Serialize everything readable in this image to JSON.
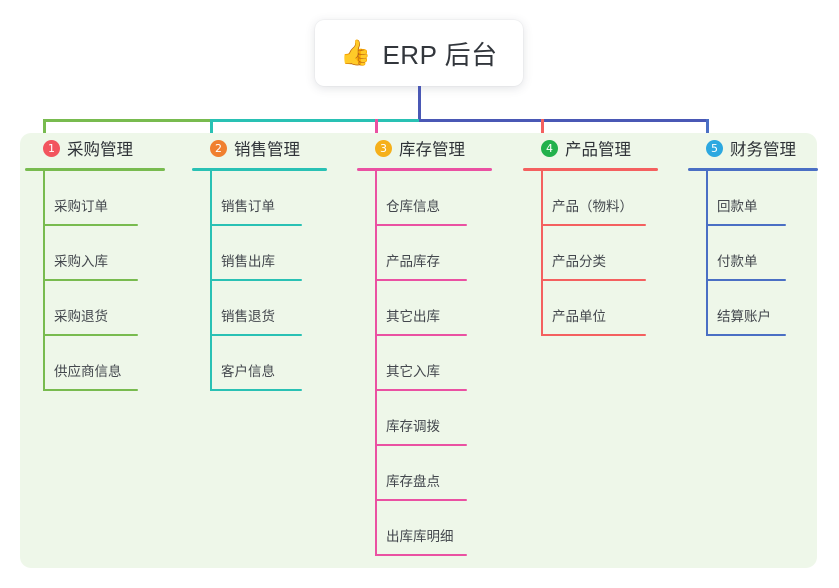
{
  "root": {
    "icon": "thumbs-up-icon",
    "emoji": "👍",
    "title": "ERP 后台"
  },
  "palette": {
    "panel_bg": "#eef7e9",
    "card_bg": "#ffffff",
    "root_connector": "#4a58b5",
    "text": "#2f3338"
  },
  "columns": [
    {
      "number": "1",
      "title": "采购管理",
      "badge_color": "#f2555e",
      "line_color": "#78bb4f",
      "items": [
        {
          "label": "采购订单"
        },
        {
          "label": "采购入库"
        },
        {
          "label": "采购退货"
        },
        {
          "label": "供应商信息"
        }
      ]
    },
    {
      "number": "2",
      "title": "销售管理",
      "badge_color": "#f0802f",
      "line_color": "#29c1b4",
      "items": [
        {
          "label": "销售订单"
        },
        {
          "label": "销售出库"
        },
        {
          "label": "销售退货"
        },
        {
          "label": "客户信息"
        }
      ]
    },
    {
      "number": "3",
      "title": "库存管理",
      "badge_color": "#f5b01a",
      "line_color": "#ea51a2",
      "items": [
        {
          "label": "仓库信息"
        },
        {
          "label": "产品库存"
        },
        {
          "label": "其它出库"
        },
        {
          "label": "其它入库"
        },
        {
          "label": "库存调拨"
        },
        {
          "label": "库存盘点"
        },
        {
          "label": "出库库明细"
        }
      ]
    },
    {
      "number": "4",
      "title": "产品管理",
      "badge_color": "#22b14c",
      "line_color": "#f4605f",
      "items": [
        {
          "label": "产品（物料）"
        },
        {
          "label": "产品分类"
        },
        {
          "label": "产品单位"
        }
      ]
    },
    {
      "number": "5",
      "title": "财务管理",
      "badge_color": "#2ca8e0",
      "line_color": "#4a6fc4",
      "items": [
        {
          "label": "回款单"
        },
        {
          "label": "付款单"
        },
        {
          "label": "结算账户"
        }
      ]
    }
  ]
}
